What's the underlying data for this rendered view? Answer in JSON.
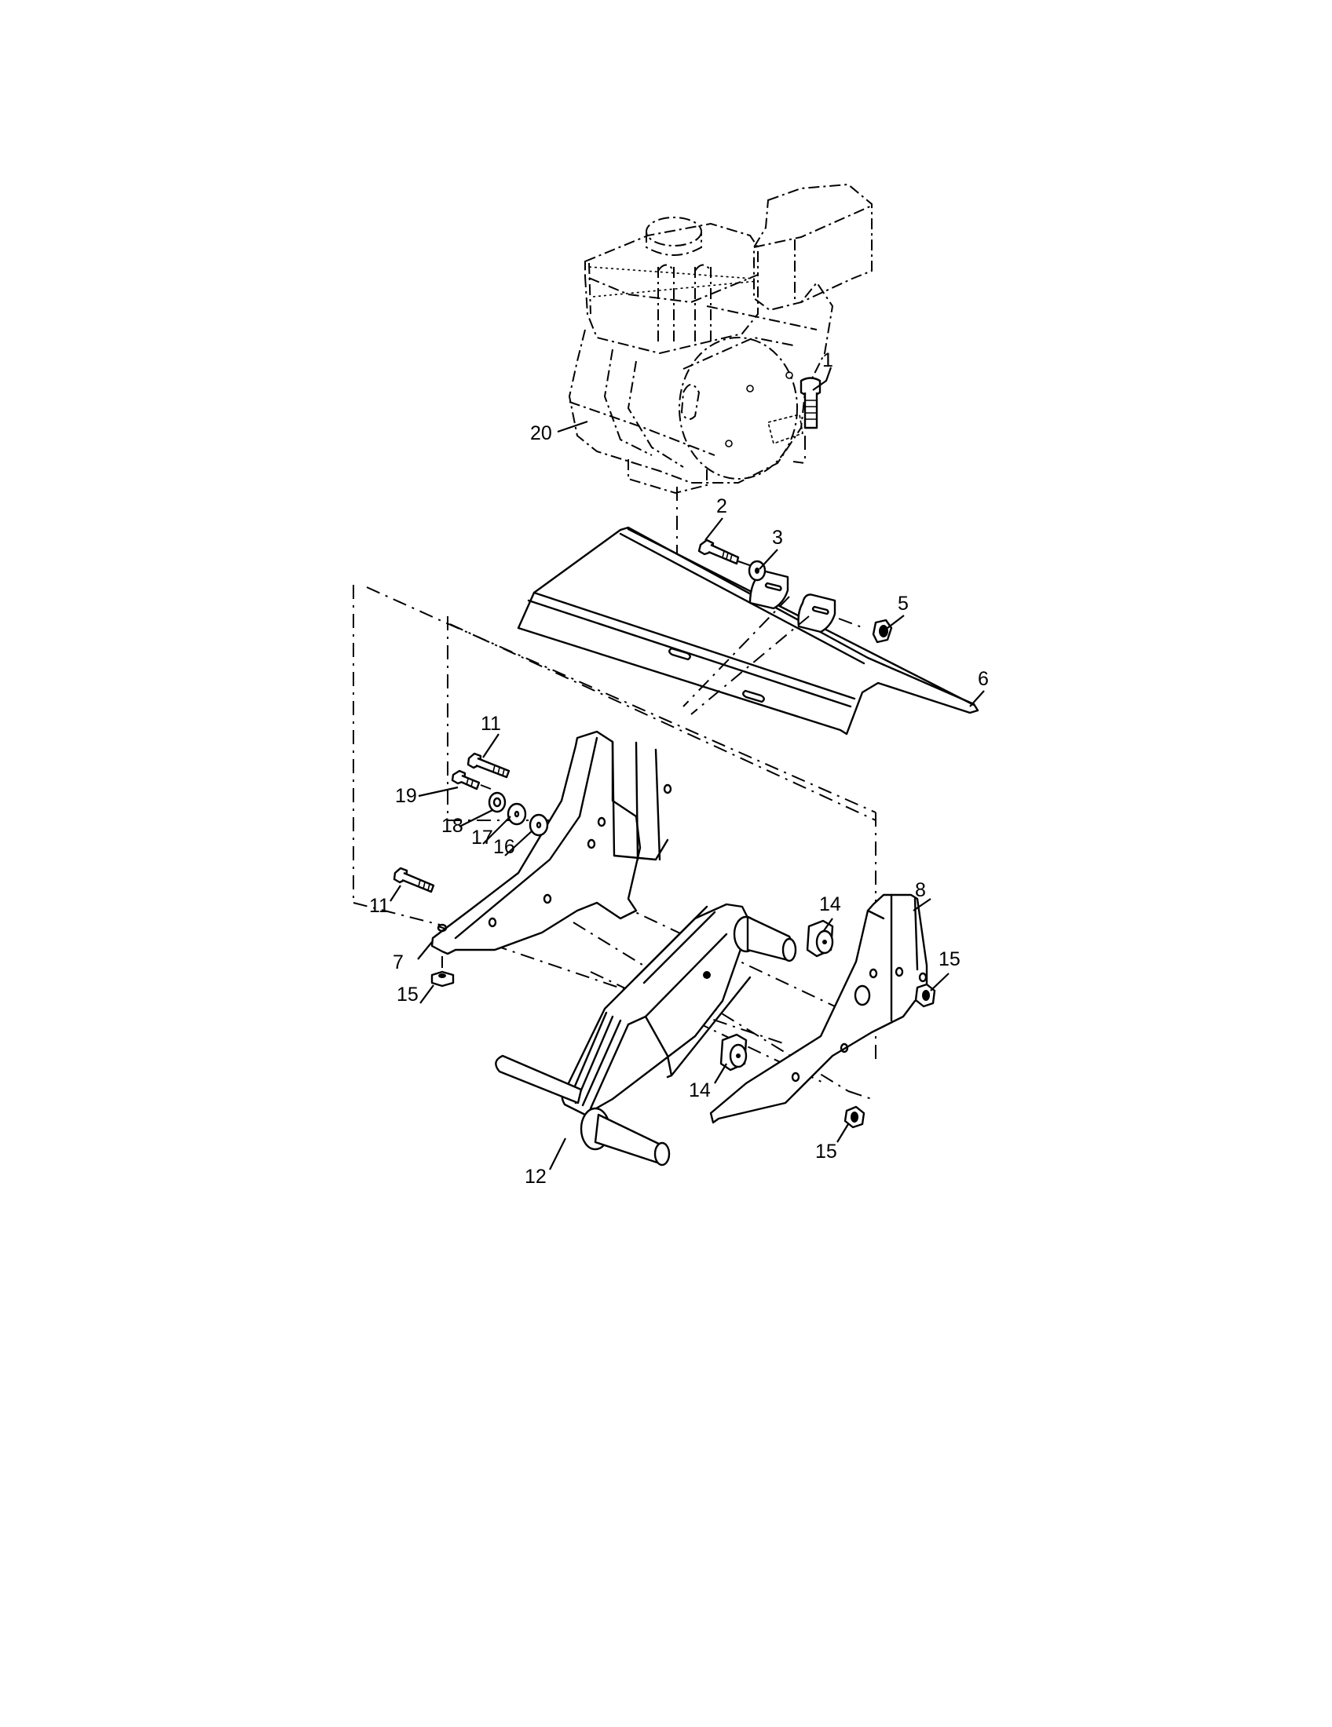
{
  "diagram": {
    "type": "exploded parts diagram",
    "subject": "Tiller engine, engine mount plate, tine shield brackets and chain case",
    "line_color": "#000000",
    "background": "#ffffff",
    "callouts": [
      {
        "id": "c1",
        "label": "1",
        "part": "bolt (engine mount)"
      },
      {
        "id": "c2",
        "label": "2",
        "part": "bolt"
      },
      {
        "id": "c3",
        "label": "3",
        "part": "washer"
      },
      {
        "id": "c5",
        "label": "5",
        "part": "nut"
      },
      {
        "id": "c6",
        "label": "6",
        "part": "engine mount plate / shield"
      },
      {
        "id": "c7",
        "label": "7",
        "part": "left bracket"
      },
      {
        "id": "c8",
        "label": "8",
        "part": "right bracket"
      },
      {
        "id": "c11a",
        "label": "11",
        "part": "bolt (upper)"
      },
      {
        "id": "c11b",
        "label": "11",
        "part": "bolt (lower)"
      },
      {
        "id": "c12",
        "label": "12",
        "part": "chain case assembly"
      },
      {
        "id": "c14a",
        "label": "14",
        "part": "spacer (upper)"
      },
      {
        "id": "c14b",
        "label": "14",
        "part": "spacer (lower)"
      },
      {
        "id": "c15a",
        "label": "15",
        "part": "nut (left)"
      },
      {
        "id": "c15b",
        "label": "15",
        "part": "nut (right upper)"
      },
      {
        "id": "c15c",
        "label": "15",
        "part": "nut (right lower)"
      },
      {
        "id": "c16",
        "label": "16",
        "part": "washer"
      },
      {
        "id": "c17",
        "label": "17",
        "part": "washer"
      },
      {
        "id": "c18",
        "label": "18",
        "part": "lock washer"
      },
      {
        "id": "c19",
        "label": "19",
        "part": "bolt (short)"
      },
      {
        "id": "c20",
        "label": "20",
        "part": "engine"
      }
    ]
  }
}
